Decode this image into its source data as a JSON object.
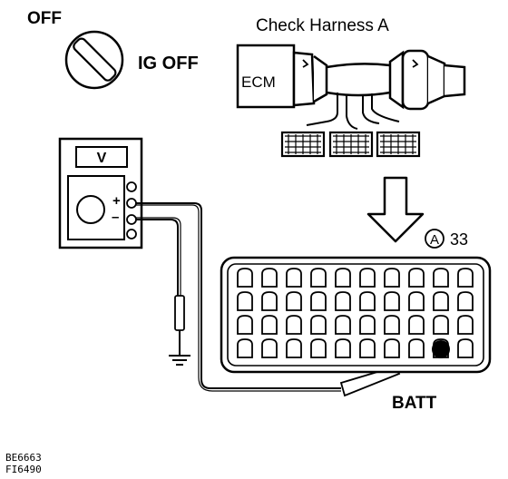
{
  "switch": {
    "state_label": "OFF",
    "ig_label": "IG OFF"
  },
  "harness": {
    "title": "Check Harness A",
    "ecm_label": "ECM"
  },
  "meter": {
    "unit_label": "V",
    "plus_label": "+",
    "minus_label": "–"
  },
  "connector": {
    "id_label": "A",
    "pin_label": "33",
    "rows": 4,
    "cols": 10,
    "highlight_row": 4,
    "highlight_col": 9
  },
  "batt_label": "BATT",
  "figure_codes": {
    "line1": "BE6663",
    "line2": "FI6490"
  },
  "colors": {
    "ink": "#000000",
    "paper": "#ffffff"
  }
}
